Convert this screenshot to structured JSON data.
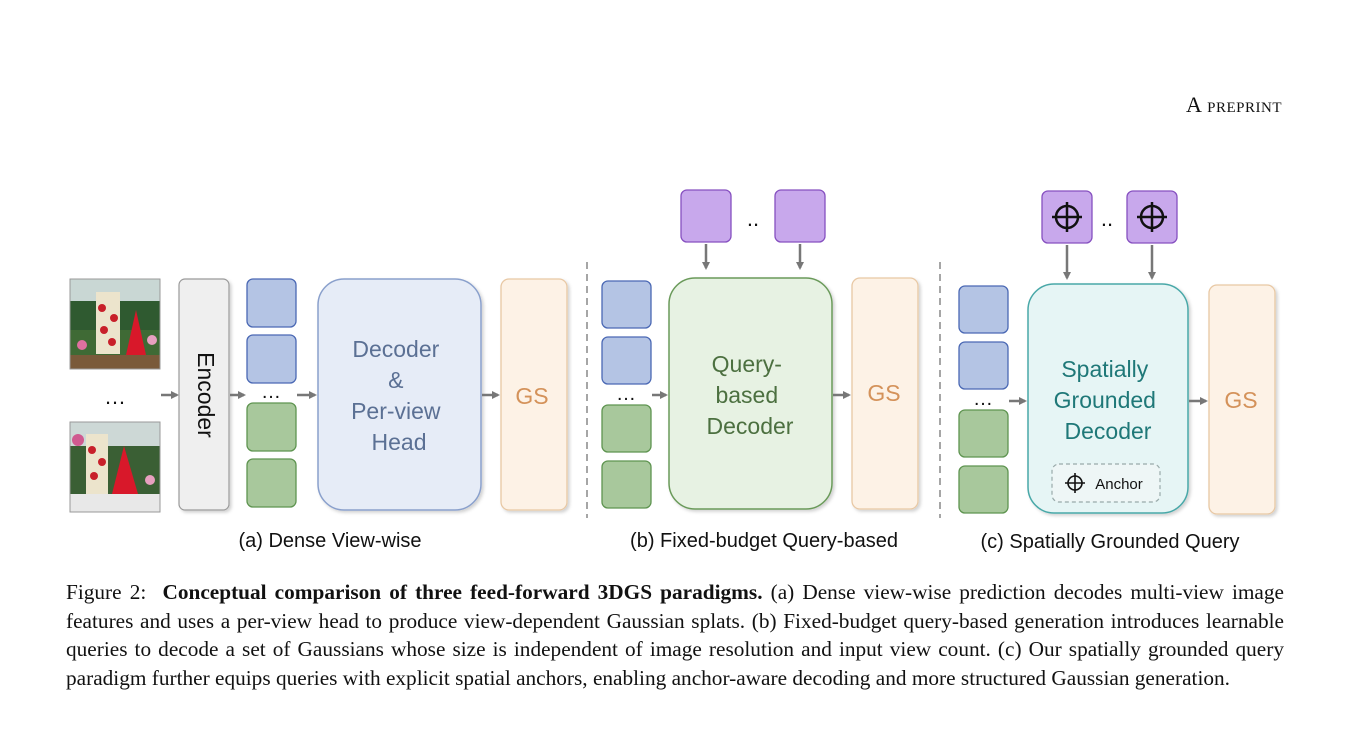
{
  "header": {
    "running_title": "A preprint"
  },
  "figure": {
    "panel_a": {
      "ellipsis_images": "…",
      "encoder_label": "Encoder",
      "ellipsis_tokens": "…",
      "decoder_lines": [
        "Decoder",
        "&",
        "Per-view",
        "Head"
      ],
      "gs_label": "GS",
      "caption": "(a) Dense View-wise"
    },
    "panel_b": {
      "query_ellipsis": "..",
      "ellipsis_tokens": "…",
      "decoder_lines": [
        "Query-",
        "based",
        "Decoder"
      ],
      "gs_label": "GS",
      "caption": "(b) Fixed-budget Query-based"
    },
    "panel_c": {
      "query_ellipsis": "..",
      "ellipsis_tokens": "…",
      "decoder_lines": [
        "Spatially",
        "Grounded",
        "Decoder"
      ],
      "anchor_label": "Anchor",
      "gs_label": "GS",
      "caption": "(c) Spatially Grounded Query"
    },
    "colors": {
      "blue_token_fill": "#b4c4e4",
      "blue_token_stroke": "#4a68b4",
      "green_token_fill": "#a8c89c",
      "green_token_stroke": "#5e9450",
      "purple_query_fill": "#c8a8ec",
      "purple_query_stroke": "#8650c0",
      "decoder_a_fill": "#e6ecf7",
      "decoder_a_stroke": "#8aa0cc",
      "decoder_a_text": "#5b7094",
      "decoder_b_fill": "#e7f2e3",
      "decoder_b_stroke": "#6a9a5a",
      "decoder_b_text": "#4c7040",
      "decoder_c_fill": "#e6f5f5",
      "decoder_c_stroke": "#48a8a8",
      "decoder_c_text": "#1f7878",
      "gs_fill": "#fdf2e6",
      "gs_stroke": "#e8c8a4",
      "gs_text": "#d4925a",
      "encoder_fill": "#efefef",
      "encoder_stroke": "#9a9a9a"
    }
  },
  "caption": {
    "label": "Figure 2:",
    "bold_title": "Conceptual comparison of three feed-forward 3DGS paradigms.",
    "body": " (a) Dense view-wise prediction decodes multi-view image features and uses a per-view head to produce view-dependent Gaussian splats. (b) Fixed-budget query-based generation introduces learnable queries to decode a set of Gaussians whose size is independent of image resolution and input view count. (c) Our spatially grounded query paradigm further equips queries with explicit spatial anchors, enabling anchor-aware decoding and more structured Gaussian generation."
  }
}
